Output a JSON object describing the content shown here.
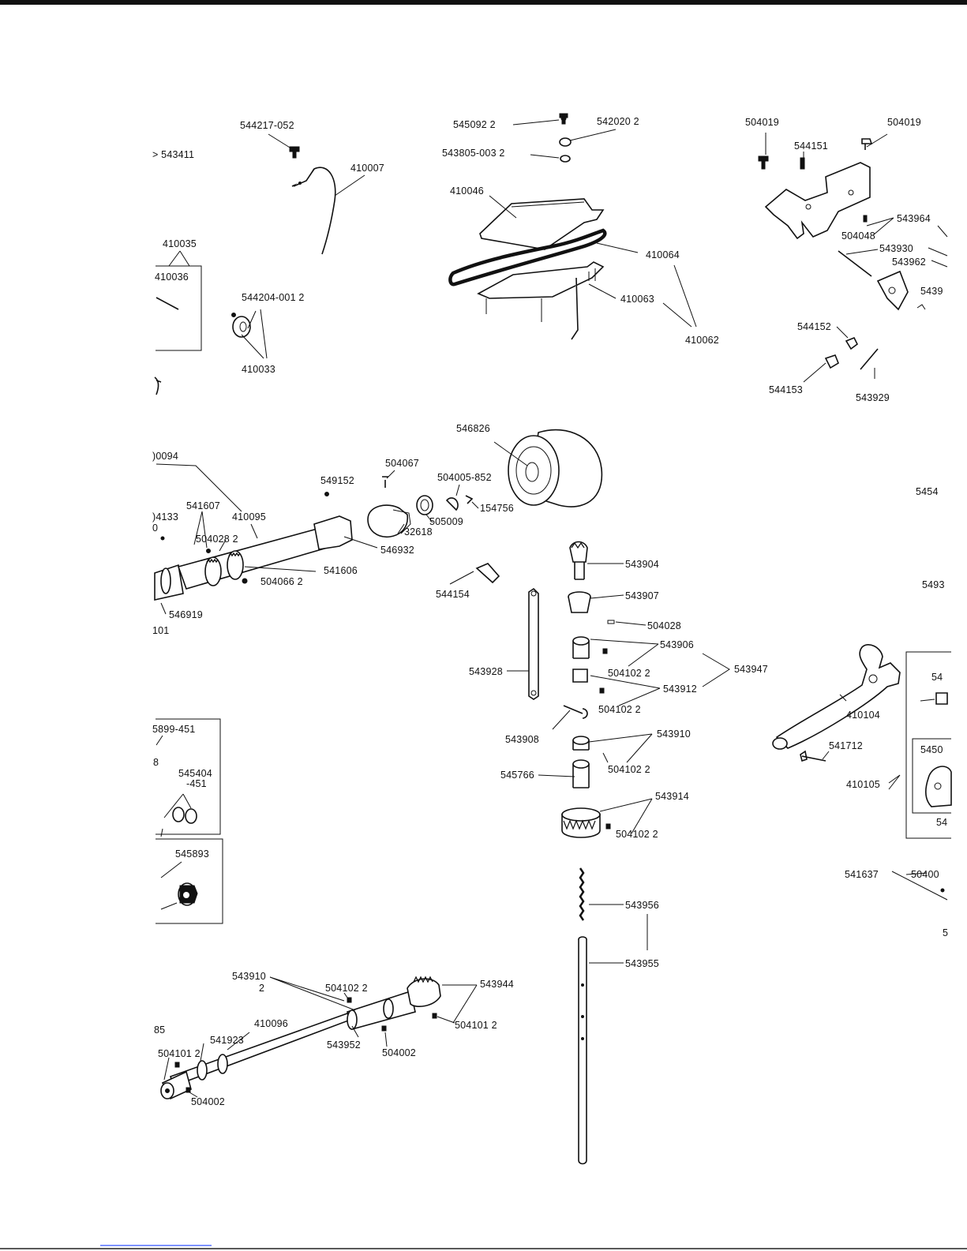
{
  "page": {
    "description_free": true
  },
  "labels": {
    "l_544217": "544217-052",
    "l_543411": "> 543411",
    "l_410007": "410007",
    "l_410035": "410035",
    "l_410036": "410036",
    "l_544204": "544204-001 2",
    "l_410033": "410033",
    "l_545092": "545092 2",
    "l_542020": "542020 2",
    "l_543805": "543805-003 2",
    "l_410046": "410046",
    "l_410064": "410064",
    "l_410063": "410063",
    "l_410062": "410062",
    "l_504019a": "504019",
    "l_504019b": "504019",
    "l_544151": "544151",
    "l_543964": "543964",
    "l_504048": "504048",
    "l_543930": "543930",
    "l_543962": "543962",
    "l_5439x": "5439",
    "l_544152": "544152",
    "l_544153": "544153",
    "l_543929": "543929",
    "l_546826": "546826",
    "l_0094": ")0094",
    "l_504067": "504067",
    "l_549152": "549152",
    "l_504005": "504005-852",
    "l_541607": "541607",
    "l_410095": "410095",
    "l_4133": ")4133",
    "l_0a": "0",
    "l_504028a": "504028 2",
    "l_154756": "154756",
    "l_32618": "32618",
    "l_505009": "505009",
    "l_546932": "546932",
    "l_541606": "541606",
    "l_504066": "504066 2",
    "l_546919": "546919",
    "l_101": "101",
    "l_544154": "544154",
    "l_543904": "543904",
    "l_543907": "543907",
    "l_504028b": "504028",
    "l_543906": "543906",
    "l_504102a": "504102 2",
    "l_543947": "543947",
    "l_543928": "543928",
    "l_543912": "543912",
    "l_504102b": "504102 2",
    "l_543908": "543908",
    "l_543910a": "543910",
    "l_504102c": "504102 2",
    "l_545766": "545766",
    "l_543914": "543914",
    "l_504102d": "504102 2",
    "l_5454": "5454",
    "l_5493": "5493",
    "l_410104": "410104",
    "l_541712": "541712",
    "l_54a": "54",
    "l_5450": "5450",
    "l_410105": "410105",
    "l_54b": "54",
    "l_5899": "5899-451",
    "l_8": "8",
    "l_545404": "545404",
    "l_451": "-451",
    "l_545893": "545893",
    "l_541637": "541637",
    "l_504007": "50400",
    "l_543956": "543956",
    "l_543955": "543955",
    "l_543910b": "543910",
    "l_2a": "2",
    "l_504102e": "504102 2",
    "l_543944": "543944",
    "l_410096": "410096",
    "l_85": "85",
    "l_541923": "541923",
    "l_504101a": "504101 2",
    "l_543952": "543952",
    "l_504002a": "504002",
    "l_504101b": "504101 2",
    "l_504002b": "504002",
    "l_5b": "5"
  }
}
